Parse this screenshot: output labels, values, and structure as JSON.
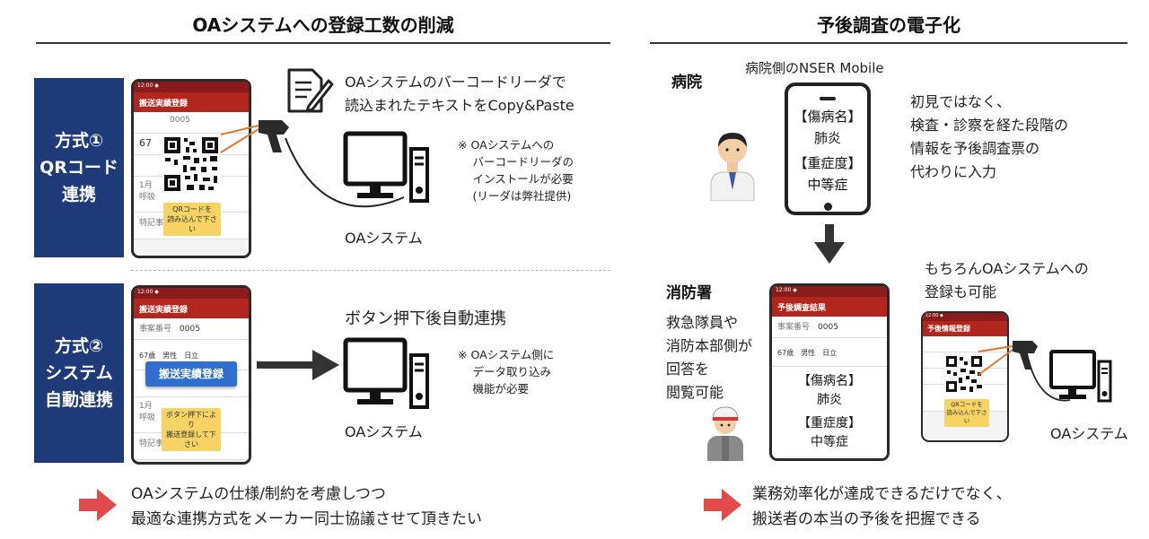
{
  "left": {
    "title": "OAシステムへの登録工数の削減",
    "method1": {
      "line1": "方式①",
      "line2": "QRコード",
      "line3": "連携"
    },
    "method2": {
      "line1": "方式②",
      "line2": "システム",
      "line3": "自動連携"
    },
    "phone1": {
      "status": "12:00 ◆",
      "header": "搬送実績登録",
      "field_id": "0005",
      "field_age": "67",
      "qr_label": "QRコードを\n読み込んで下さい",
      "row_a": "1月",
      "row_b": "呼吸",
      "bottom": "特記事項"
    },
    "phone2": {
      "status": "12:00 ◆",
      "header": "搬送実績登録",
      "field_id_label": "事案番号",
      "field_id": "0005",
      "field_age": "67歳",
      "field_sex": "男性",
      "field_place": "日立",
      "button": "搬送実績登録",
      "yellow_label": "ボタン押下により\n搬送登録して下さい",
      "row_a": "1月",
      "row_b": "呼吸",
      "bottom": "特記事項"
    },
    "desc1": "OAシステムのバーコードリーダで\n読込まれたテキストをCopy&Paste",
    "note1": "※ OAシステムへの\n　 バーコードリーダの\n　 インストールが必要\n　 (リーダは弊社提供)",
    "oa_label1": "OAシステム",
    "desc2": "ボタン押下後自動連携",
    "note2": "※ OAシステム側に\n　 データ取り込み\n　 機能が必要",
    "oa_label2": "OAシステム",
    "conclusion": "OAシステムの仕様/制約を考慮しつつ\n最適な連携方式をメーカー同士協議させて頂きたい"
  },
  "right": {
    "title": "予後調査の電子化",
    "hospital": "病院",
    "hospital_app": "病院側のNSER Mobile",
    "tablet1": {
      "l1": "【傷病名】",
      "l2": "肺炎",
      "l3": "【重症度】",
      "l4": "中等症"
    },
    "desc": "初見ではなく、\n検査・診察を経た段階の\n情報を予後調査票の\n代わりに入力",
    "fire": "消防署",
    "fire_desc": "救急隊員や\n消防本部側が\n回答を\n閲覧可能",
    "phone3": {
      "status": "12:00 ◆",
      "header": "予後調査結果",
      "field_id_label": "事案番号",
      "field_id": "0005",
      "field_age": "67歳",
      "field_sex": "男性",
      "field_place": "日立",
      "l1": "【傷病名】",
      "l2": "肺炎",
      "l3": "【重症度】",
      "l4": "中等症"
    },
    "also": "もちろんOAシステムへの\n登録も可能",
    "phone4": {
      "status": "12:00 ◆",
      "header": "予後情報登録",
      "qr_label": "QRコードを\n読み込んで下さい"
    },
    "oa_label": "OAシステム",
    "conclusion": "業務効率化が達成できるだけでなく、\n搬送者の本当の予後を把握できる"
  },
  "colors": {
    "navy": "#1e3a78",
    "red": "#b3261e",
    "arrow_red": "#e24b4b",
    "yellow": "#f6d365"
  }
}
